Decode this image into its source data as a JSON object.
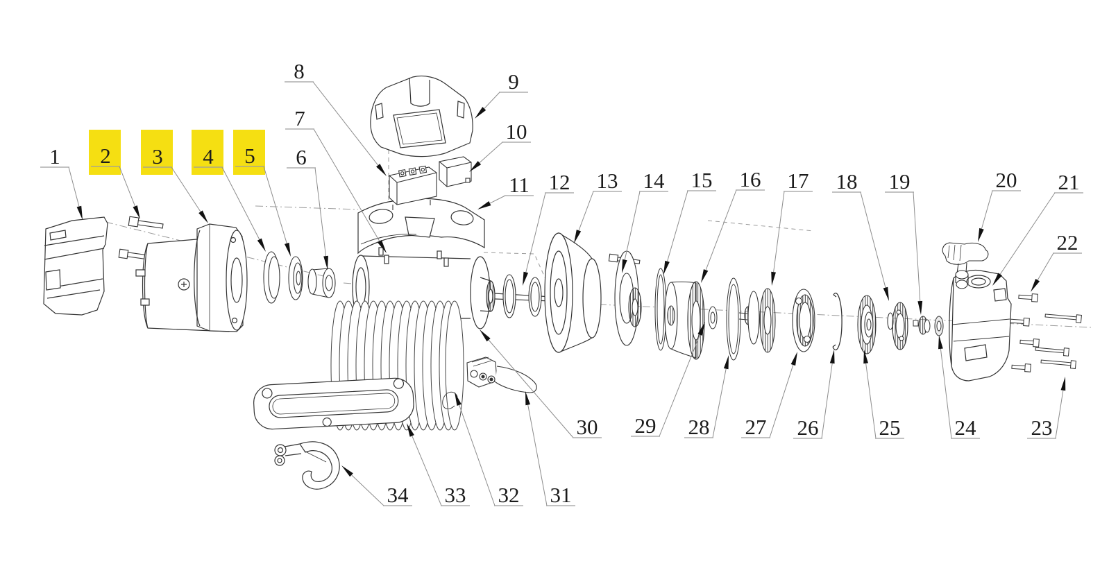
{
  "figure": {
    "type": "exploded-parts-diagram",
    "subject": "electric winch assembly exploded view",
    "background_color": "#ffffff",
    "line_color": "#333333"
  },
  "highlight": {
    "color": "#F5DF12",
    "highlighted_labels": [
      "2",
      "3",
      "4",
      "5"
    ]
  },
  "callouts": [
    {
      "label": "1",
      "highlighted": false
    },
    {
      "label": "2",
      "highlighted": true
    },
    {
      "label": "3",
      "highlighted": true
    },
    {
      "label": "4",
      "highlighted": true
    },
    {
      "label": "5",
      "highlighted": true
    },
    {
      "label": "6",
      "highlighted": false
    },
    {
      "label": "7",
      "highlighted": false
    },
    {
      "label": "8",
      "highlighted": false
    },
    {
      "label": "9",
      "highlighted": false
    },
    {
      "label": "10",
      "highlighted": false
    },
    {
      "label": "11",
      "highlighted": false
    },
    {
      "label": "12",
      "highlighted": false
    },
    {
      "label": "13",
      "highlighted": false
    },
    {
      "label": "14",
      "highlighted": false
    },
    {
      "label": "15",
      "highlighted": false
    },
    {
      "label": "16",
      "highlighted": false
    },
    {
      "label": "17",
      "highlighted": false
    },
    {
      "label": "18",
      "highlighted": false
    },
    {
      "label": "19",
      "highlighted": false
    },
    {
      "label": "20",
      "highlighted": false
    },
    {
      "label": "21",
      "highlighted": false
    },
    {
      "label": "22",
      "highlighted": false
    },
    {
      "label": "23",
      "highlighted": false
    },
    {
      "label": "24",
      "highlighted": false
    },
    {
      "label": "25",
      "highlighted": false
    },
    {
      "label": "26",
      "highlighted": false
    },
    {
      "label": "27",
      "highlighted": false
    },
    {
      "label": "28",
      "highlighted": false
    },
    {
      "label": "29",
      "highlighted": false
    },
    {
      "label": "30",
      "highlighted": false
    },
    {
      "label": "31",
      "highlighted": false
    },
    {
      "label": "32",
      "highlighted": false
    },
    {
      "label": "33",
      "highlighted": false
    },
    {
      "label": "34",
      "highlighted": false
    }
  ]
}
